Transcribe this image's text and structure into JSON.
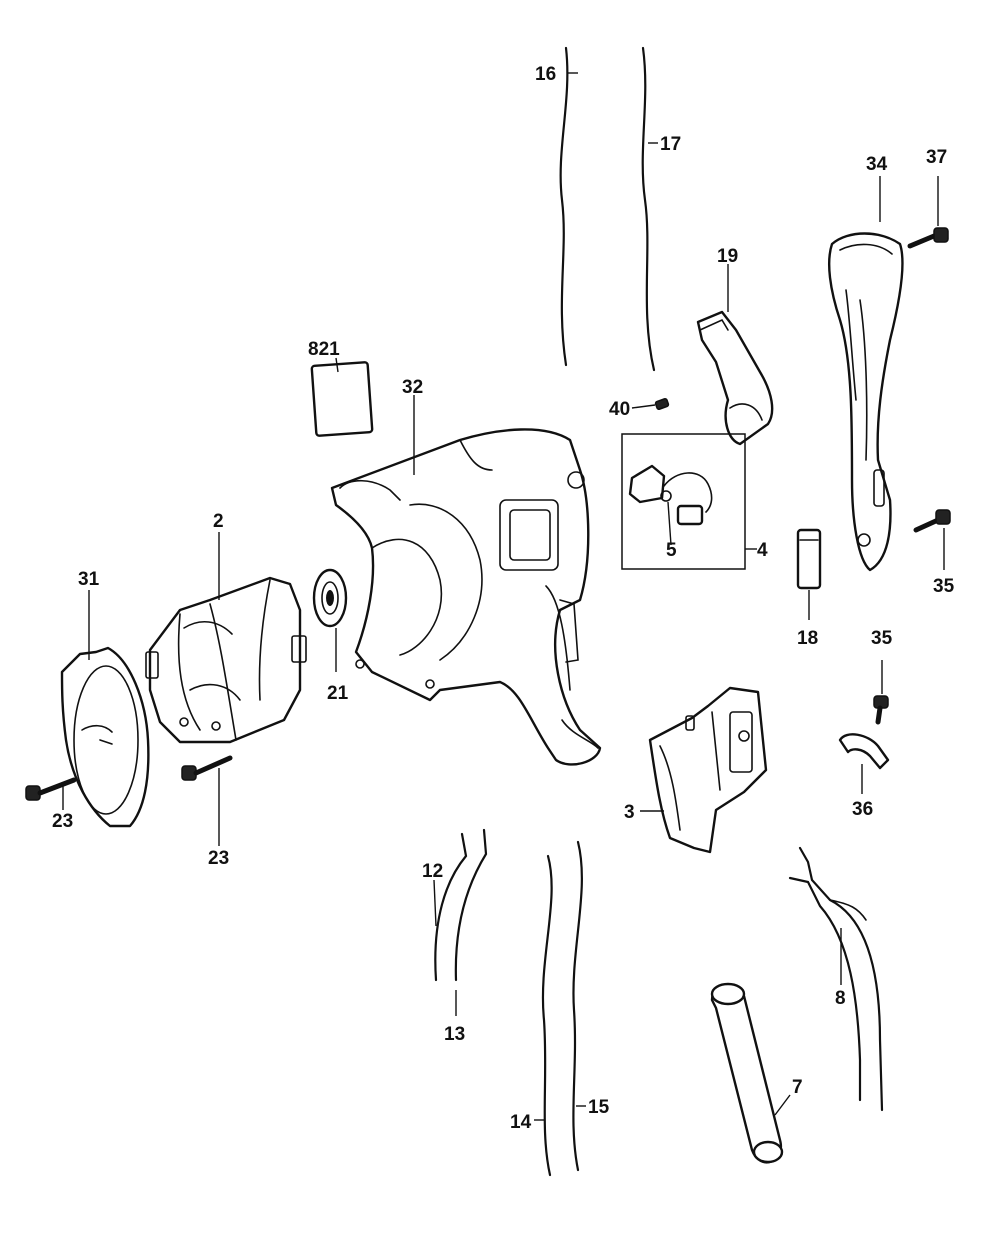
{
  "parts": {
    "p16": "16",
    "p17": "17",
    "p34": "34",
    "p37": "37",
    "p19": "19",
    "p821": "821",
    "p32": "32",
    "p40": "40",
    "p2": "2",
    "p31": "31",
    "p5": "5",
    "p4": "4",
    "p35a": "35",
    "p18": "18",
    "p21": "21",
    "p35b": "35",
    "p36": "36",
    "p3": "3",
    "p23a": "23",
    "p23b": "23",
    "p12": "12",
    "p13": "13",
    "p8": "8",
    "p7": "7",
    "p14": "14",
    "p15": "15"
  },
  "colors": {
    "line": "#111111",
    "background": "#ffffff"
  }
}
